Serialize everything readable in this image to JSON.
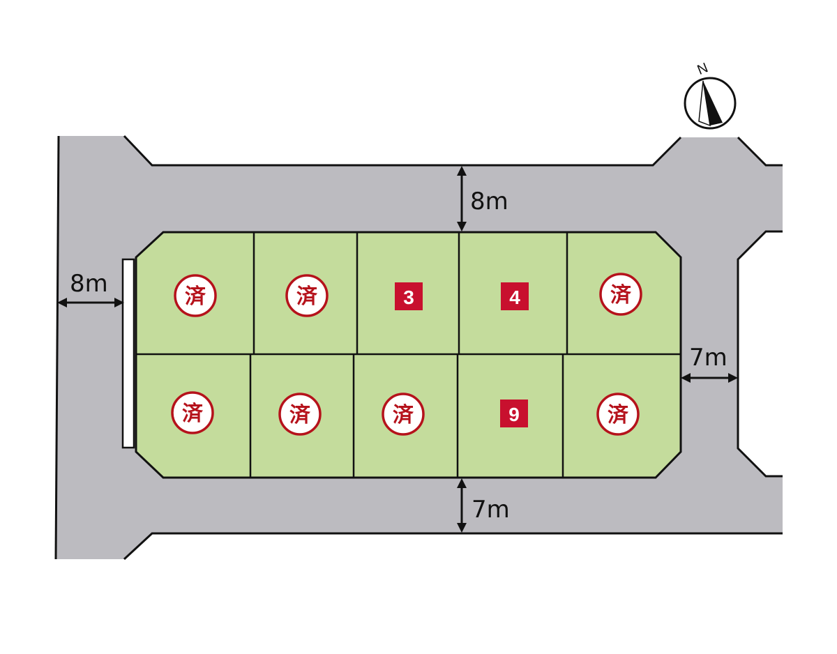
{
  "compass": {
    "label": "N"
  },
  "roads": [
    {
      "id": "north-road",
      "width_label": "8m"
    },
    {
      "id": "west-road",
      "width_label": "8m"
    },
    {
      "id": "east-road",
      "width_label": "7m"
    },
    {
      "id": "south-road",
      "width_label": "7m"
    }
  ],
  "lots": [
    {
      "id": "lot-1",
      "status": "sold",
      "label": "済"
    },
    {
      "id": "lot-2",
      "status": "sold",
      "label": "済"
    },
    {
      "id": "lot-3",
      "status": "available",
      "label": "3"
    },
    {
      "id": "lot-4",
      "status": "available",
      "label": "4"
    },
    {
      "id": "lot-5",
      "status": "sold",
      "label": "済"
    },
    {
      "id": "lot-6",
      "status": "sold",
      "label": "済"
    },
    {
      "id": "lot-7",
      "status": "sold",
      "label": "済"
    },
    {
      "id": "lot-8",
      "status": "sold",
      "label": "済"
    },
    {
      "id": "lot-9",
      "status": "available",
      "label": "9"
    },
    {
      "id": "lot-10",
      "status": "sold",
      "label": "済"
    }
  ],
  "colors": {
    "road": "#bcbbc0",
    "lot": "#c4dc9c",
    "lot_border": "#111111",
    "sold": "#b5121b",
    "available_badge": "#c8102e"
  }
}
